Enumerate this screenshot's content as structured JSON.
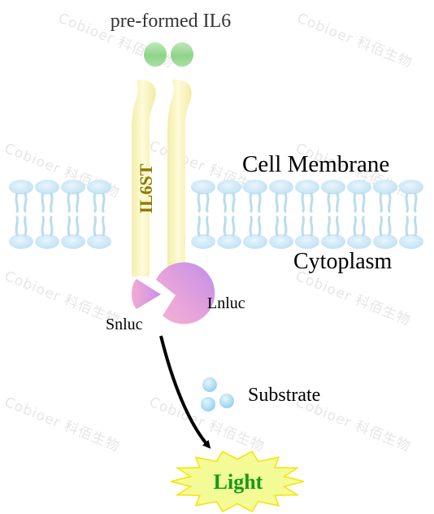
{
  "labels": {
    "ligand": "pre-formed IL6",
    "receptor": "IL6ST",
    "membrane": "Cell Membrane",
    "cytoplasm": "Cytoplasm",
    "large_fragment": "Lnluc",
    "small_fragment": "Snluc",
    "substrate": "Substrate",
    "output": "Light"
  },
  "watermark": {
    "text": "Cobioer 科佰生物"
  },
  "colors": {
    "ligand": "#8fd48a",
    "receptor": "#fbf7c4",
    "lipid_head": "#cfe8f6",
    "lipid_tail": "#b9dced",
    "snluc_pink": "#f3aad2",
    "lnluc_purple": "#c98fe6",
    "substrate": "#9fd8f2",
    "light_fill": "#f2fb96",
    "light_text": "#169a16",
    "arrow": "#000000"
  }
}
